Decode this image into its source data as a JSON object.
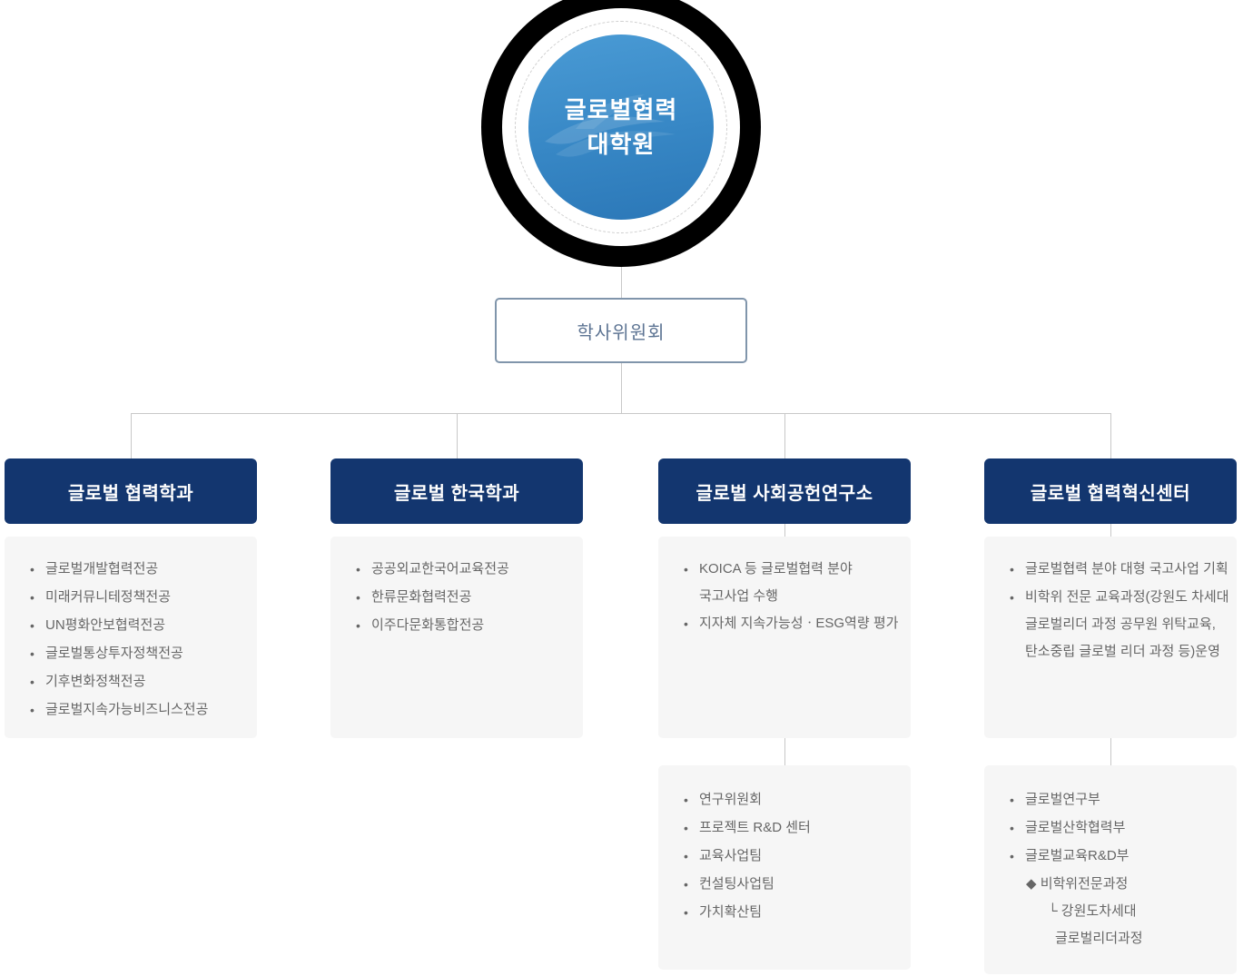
{
  "root": {
    "line1": "글로벌협력",
    "line2": "대학원"
  },
  "committee": {
    "label": "학사위원회"
  },
  "columns": [
    {
      "title": "글로벌 협력학과",
      "items": [
        "글로벌개발협력전공",
        "미래커뮤니테정책전공",
        "UN평화안보협력전공",
        "글로벌통상투자정책전공",
        "기후변화정책전공",
        "글로벌지속가능비즈니스전공"
      ]
    },
    {
      "title": "글로벌 한국학과",
      "items": [
        "공공외교한국어교육전공",
        "한류문화협력전공",
        "이주다문화통합전공"
      ]
    },
    {
      "title": "글로벌 사회공헌연구소",
      "items": [
        "KOICA 등 글로벌협력 분야 국고사업 수행",
        "지자체 지속가능성ㆍESG역량 평가"
      ],
      "sub_items": [
        "연구위원회",
        "프로젝트 R&D 센터",
        "교육사업팀",
        "컨설팅사업팀",
        "가치확산팀"
      ]
    },
    {
      "title": "글로벌 협력혁신센터",
      "items": [
        "글로벌협력 분야 대형 국고사업 기획",
        "비학위 전문 교육과정(강원도 차세대 글로벌리더 과정 공무원 위탁교육, 탄소중립 글로벌 리더 과정 등)운영"
      ],
      "sub_items": [
        "글로벌연구부",
        "글로벌산학협력부",
        "글로벌교육R&D부",
        "◆ 비학위전문과정",
        "└ 강원도차세대",
        "글로벌리더과정"
      ]
    }
  ],
  "colors": {
    "navy": "#13366f",
    "circle_blue_light": "#4a9bd5",
    "circle_blue_dark": "#2b77b7",
    "ring_black": "#000000",
    "connector_line": "#c8c8c8",
    "panel_gray": "#f6f6f6",
    "list_text": "#666666",
    "committee_border": "#8095ab",
    "committee_text": "#5d7493"
  }
}
